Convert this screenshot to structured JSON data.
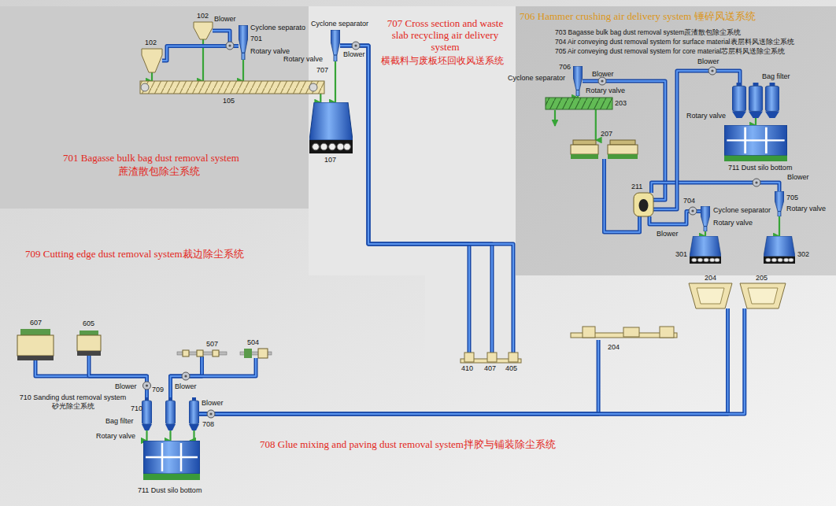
{
  "diagram": {
    "nodes": [
      {
        "text": [
          "701 Bagasse bulk bag dust removal system",
          "蔗渣散包除尘系统"
        ]
      },
      {
        "text": [
          "707 Cross section and waste slab recycling air delivery system",
          "横截料与废板坯回收风送系统"
        ]
      },
      {
        "text": [
          "706 Hammer crushing air delivery system 锤碎风送系统",
          "703 Bagasse bulk bag dust removal system蔗渣散包除尘系统",
          "704 Air conveying dust removal system for surface material表层料风送除尘系统",
          "705 Air conveying dust removal system for core material芯层料风送除尘系统"
        ]
      },
      {
        "text": [
          "102"
        ],
        "in": 0
      },
      {
        "text": [
          "102"
        ],
        "in": 0
      },
      {
        "text": [
          "Cyclone separato",
          "701",
          "Rotary valve"
        ],
        "in": 0
      },
      {
        "text": [
          "105"
        ],
        "in": 0
      },
      {
        "text": [
          "Cyclone separator",
          "Rotary valve",
          "707"
        ],
        "in": 1
      },
      {
        "text": [
          "107"
        ],
        "in": 1
      },
      {
        "text": [
          "410"
        ],
        "in": 1
      },
      {
        "text": [
          "407"
        ],
        "in": 1
      },
      {
        "text": [
          "405"
        ],
        "in": 1
      },
      {
        "text": [
          "706",
          "Cyclone separator",
          "Rotary valve"
        ],
        "in": 2
      },
      {
        "text": [
          "203"
        ],
        "in": 2
      },
      {
        "text": [
          "207"
        ],
        "in": 2
      },
      {
        "text": [
          "211"
        ],
        "in": 2
      },
      {
        "text": [
          "Bag filter",
          "Rotary valve"
        ],
        "in": 2
      },
      {
        "text": [
          "711 Dust silo bottom"
        ],
        "in": 2
      },
      {
        "text": [
          "704",
          "Cyclone separator",
          "Rotary valve"
        ],
        "in": 2
      },
      {
        "text": [
          "705",
          "Rotary valve"
        ],
        "in": 2
      },
      {
        "text": [
          "301"
        ],
        "in": 2
      },
      {
        "text": [
          "302"
        ],
        "in": 2
      },
      {
        "text": [
          "204"
        ]
      },
      {
        "text": [
          "205"
        ]
      },
      {
        "text": [
          "204"
        ]
      },
      {
        "text": [
          "607"
        ]
      },
      {
        "text": [
          "605"
        ]
      },
      {
        "text": [
          "507"
        ]
      },
      {
        "text": [
          "504"
        ]
      },
      {
        "text": [
          "Bag filter",
          "710"
        ]
      },
      {
        "text": [
          "709"
        ]
      },
      {
        "text": [
          "708"
        ]
      },
      {
        "text": [
          "711 Dust silo bottom"
        ]
      }
    ],
    "edges": [
      {
        "from": 3,
        "to": 6,
        "arrow": "to"
      },
      {
        "from": 4,
        "to": 6,
        "arrow": "to"
      },
      {
        "from": 5,
        "to": 6,
        "arrow": "to"
      },
      {
        "from": 3,
        "to": 5,
        "arrow": "none"
      },
      {
        "from": 4,
        "to": 5,
        "arrow": "none"
      },
      {
        "from": 6,
        "to": 8,
        "arrow": "to"
      },
      {
        "from": 7,
        "to": 8,
        "arrow": "to"
      },
      {
        "from": 7,
        "to": 9,
        "arrow": "none"
      },
      {
        "from": 7,
        "to": 10,
        "arrow": "none"
      },
      {
        "from": 7,
        "to": 11,
        "arrow": "none"
      },
      {
        "from": 12,
        "to": 13,
        "arrow": "to"
      },
      {
        "from": 13,
        "to": 14,
        "arrow": "to"
      },
      {
        "from": 12,
        "to": 15,
        "arrow": "none"
      },
      {
        "from": 14,
        "to": 15,
        "arrow": "none"
      },
      {
        "from": 15,
        "to": 18,
        "arrow": "none"
      },
      {
        "from": 15,
        "to": 19,
        "arrow": "none"
      },
      {
        "from": 15,
        "to": 16,
        "arrow": "none"
      },
      {
        "from": 16,
        "to": 17,
        "arrow": "to"
      },
      {
        "from": 18,
        "to": 20,
        "arrow": "to"
      },
      {
        "from": 19,
        "to": 21,
        "arrow": "to"
      },
      {
        "from": 25,
        "to": 29,
        "arrow": "none"
      },
      {
        "from": 26,
        "to": 29,
        "arrow": "none"
      },
      {
        "from": 27,
        "to": 30,
        "arrow": "none"
      },
      {
        "from": 28,
        "to": 30,
        "arrow": "none"
      },
      {
        "from": 31,
        "to": 24,
        "arrow": "none"
      },
      {
        "from": 31,
        "to": 22,
        "arrow": "none"
      },
      {
        "from": 31,
        "to": 23,
        "arrow": "none"
      },
      {
        "from": 29,
        "to": 32,
        "arrow": "to"
      },
      {
        "from": 30,
        "to": 32,
        "arrow": "to"
      },
      {
        "from": 31,
        "to": 32,
        "arrow": "to"
      }
    ],
    "labels": [
      "Blower",
      "Blower",
      "Blower",
      "Blower",
      "Blower",
      "Blower",
      "709 Cutting edge dust removal system裁边除尘系统",
      "710 Sanding dust removal system 砂光除尘系统",
      "Blower",
      "Blower",
      "Blower",
      "Rotary valve",
      "708 Glue mixing and paving dust removal system拌胶与铺装除尘系统"
    ]
  }
}
